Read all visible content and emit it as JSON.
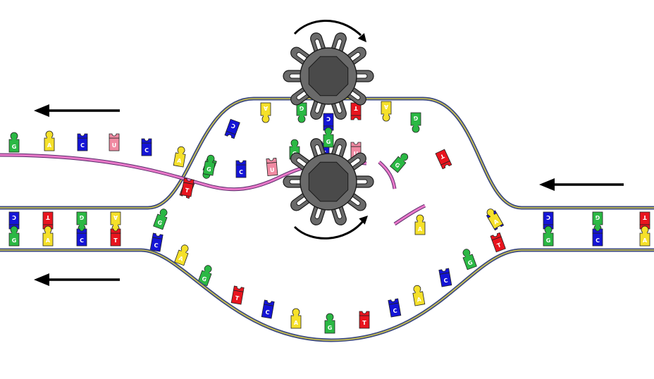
{
  "palette": {
    "A": "#f5e02a",
    "T": "#e8141e",
    "G": "#2bb844",
    "C": "#1414d6",
    "U": "#f08aa2",
    "backbone": "#3d4a80",
    "backbone_core": "#d4c94a",
    "rna": "#e878c8",
    "enzyme": "#6a6a6a",
    "enzyme_core": "#4a4a4a",
    "arrow": "#000000"
  },
  "arrow_directions": [
    "left",
    "left",
    "left"
  ],
  "left_duplex": {
    "top_strand": [
      "C",
      "T",
      "G",
      "A"
    ],
    "bottom_strand": [
      "G",
      "A",
      "C",
      "T"
    ]
  },
  "right_duplex": {
    "top_strand": [
      "C",
      "G",
      "T"
    ],
    "bottom_strand": [
      "G",
      "C",
      "A"
    ]
  },
  "top_strand_bubble": [
    "T",
    "G",
    "C",
    "A",
    "G",
    "T",
    "A",
    "G",
    "T",
    "C"
  ],
  "bottom_strand_bubble": [
    "G",
    "C",
    "A",
    "G",
    "T",
    "C",
    "A",
    "G",
    "T",
    "C",
    "A",
    "C",
    "G",
    "T",
    "A"
  ],
  "rna_transcript": [
    "G",
    "A",
    "C",
    "U",
    "C",
    "A",
    "G",
    "C",
    "U",
    "G",
    "C",
    "U",
    "T"
  ],
  "nascent_bases": [
    "C",
    "G"
  ],
  "fragments": [
    {
      "bases": [
        "G"
      ]
    },
    {
      "bases": [
        "A"
      ]
    }
  ]
}
